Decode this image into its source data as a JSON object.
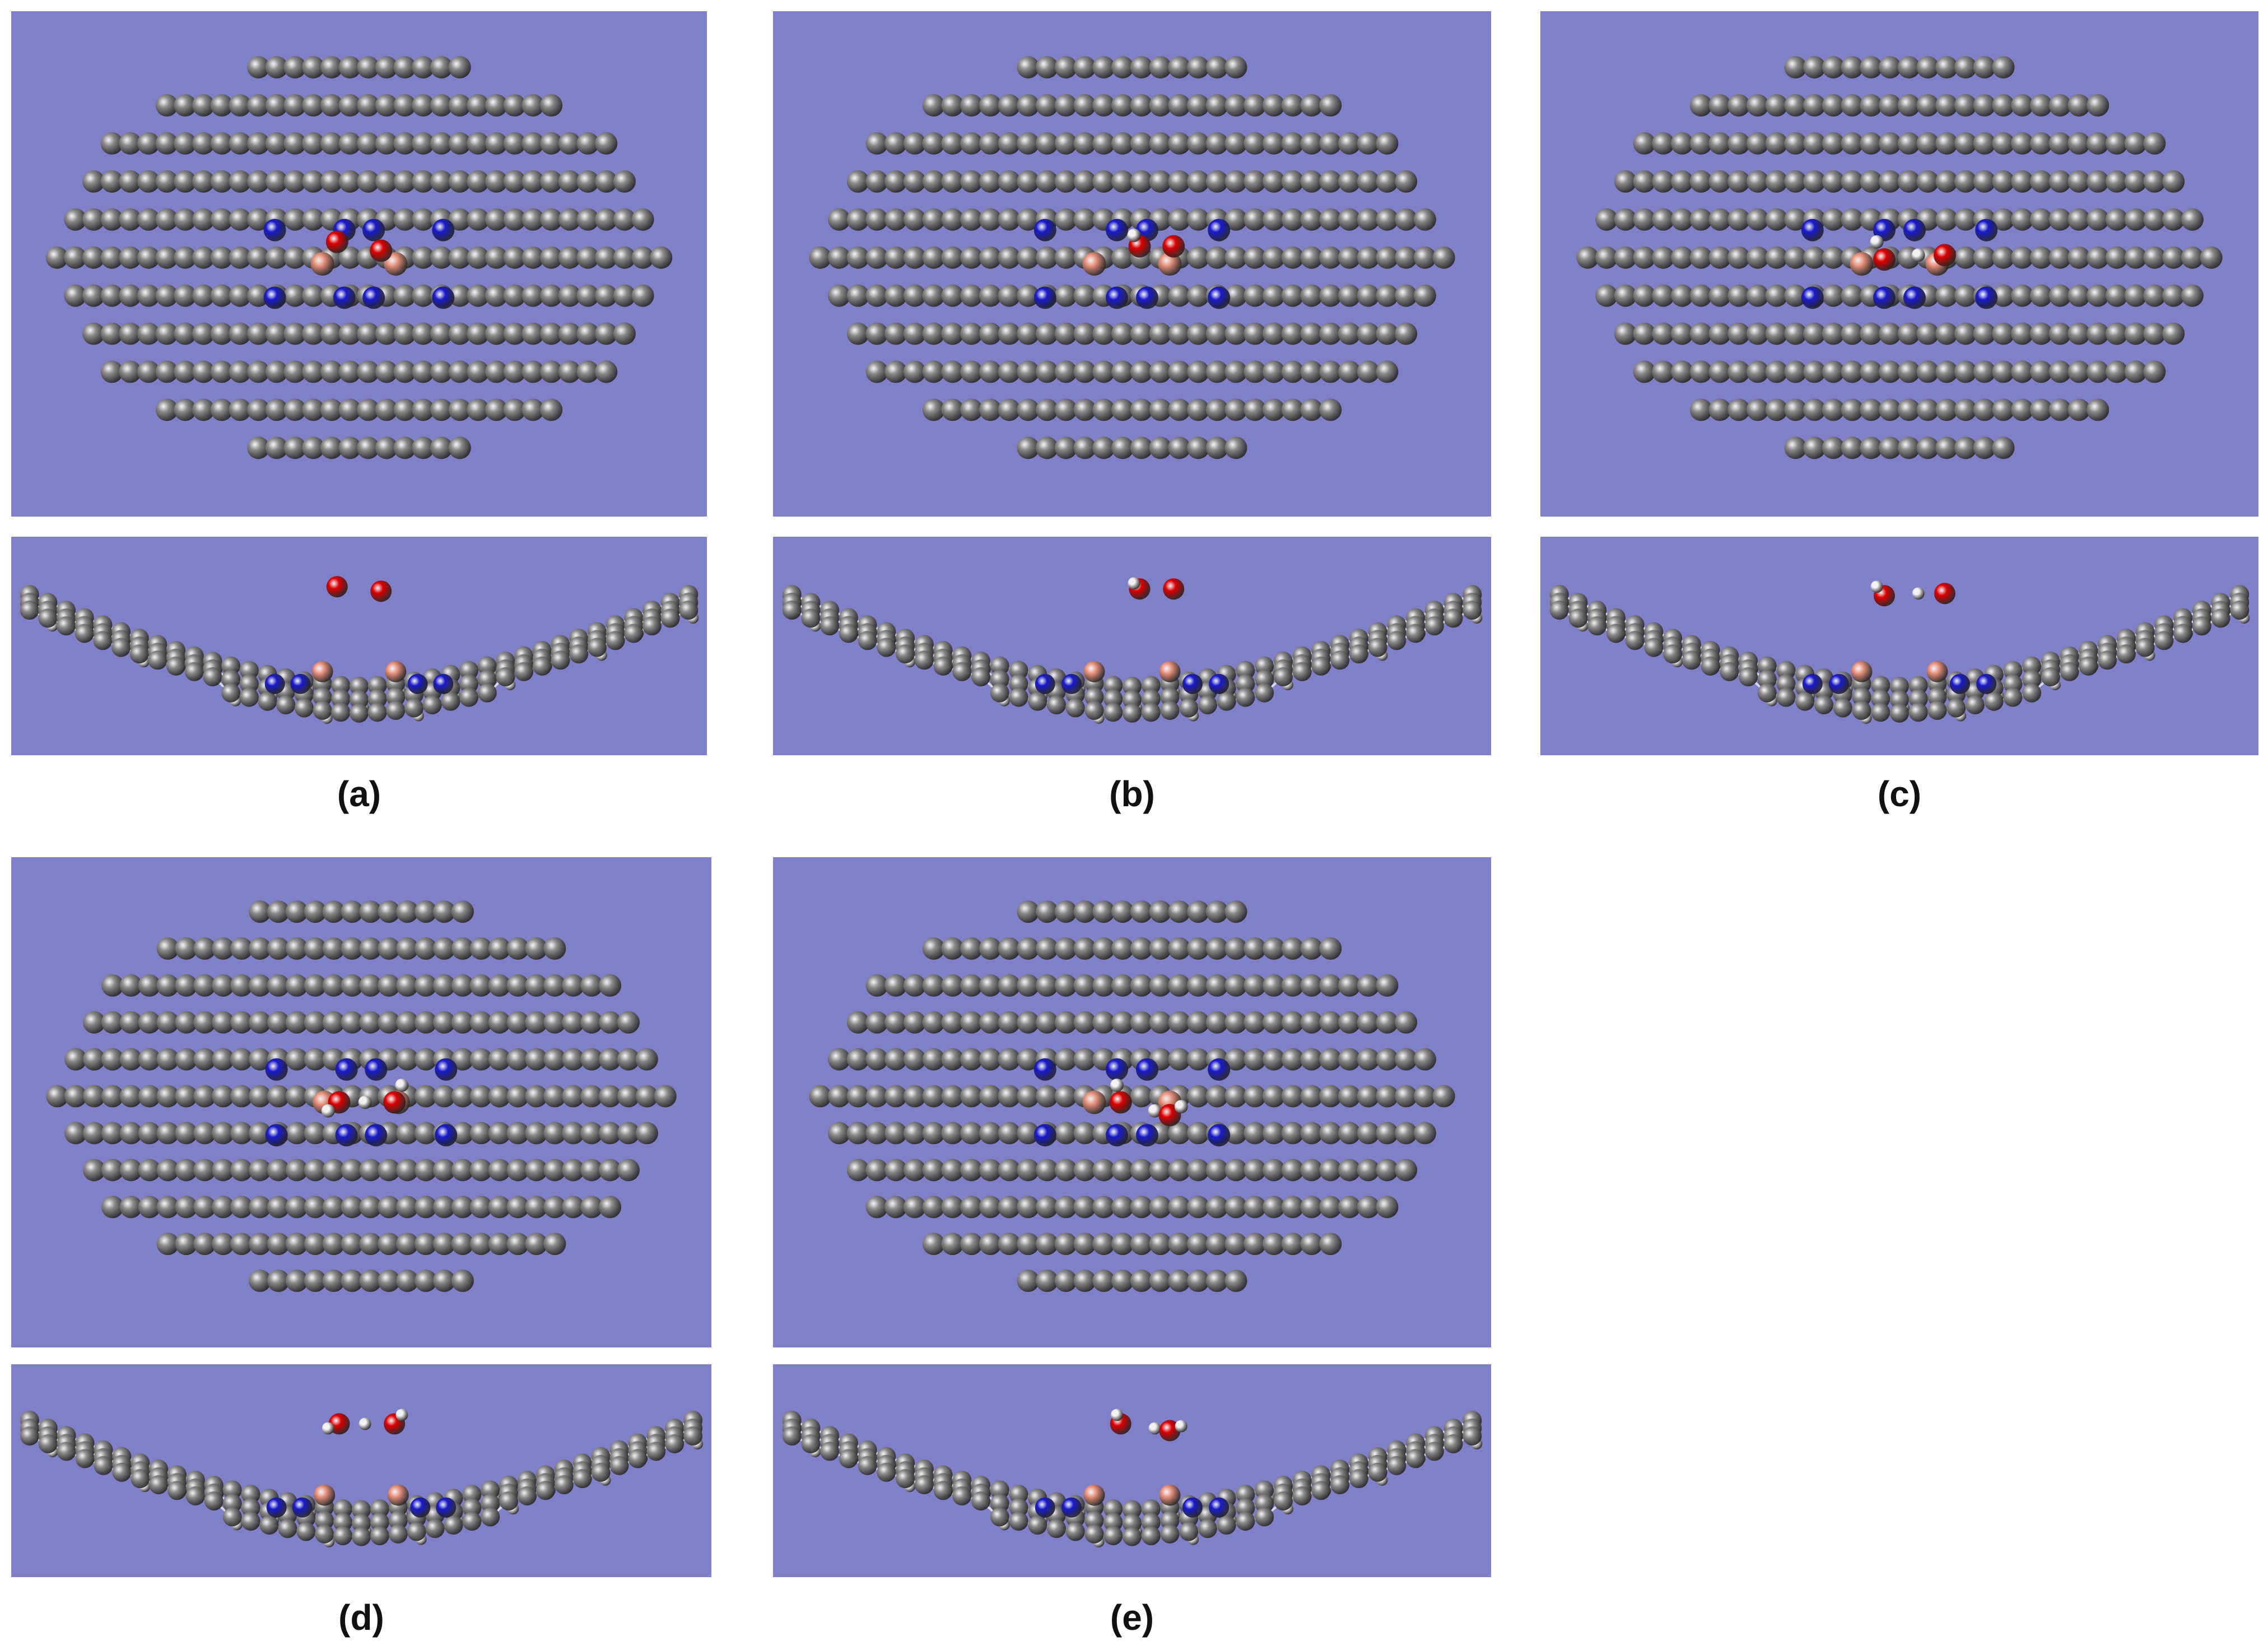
{
  "figure": {
    "background": "#ffffff",
    "panel_color": "#8080c8",
    "atom_colors": {
      "carbon": "#8c8c8c",
      "hydrogen": "#f2f2f2",
      "nitrogen": "#1a1acc",
      "oxygen": "#dd0000",
      "metal": "#e8907a"
    },
    "panels": [
      {
        "id": "a",
        "caption": "(a)",
        "adsorbate": "two O atoms"
      },
      {
        "id": "b",
        "caption": "(b)",
        "adsorbate": "OH + O"
      },
      {
        "id": "c",
        "caption": "(c)",
        "adsorbate": "OH + H + O"
      },
      {
        "id": "d",
        "caption": "(d)",
        "adsorbate": "OH + H + OH"
      },
      {
        "id": "e",
        "caption": "(e)",
        "adsorbate": "OH + H + OH (tilted)"
      }
    ]
  }
}
